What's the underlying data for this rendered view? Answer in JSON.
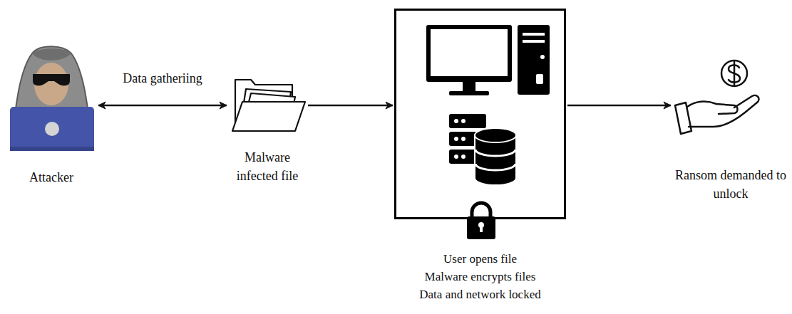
{
  "diagram": {
    "nodes": [
      {
        "text": [
          "Attacker"
        ]
      },
      {
        "text": [
          "Malware infected file"
        ]
      },
      {
        "text": [
          "User opens file",
          "Malware encrypts files",
          "Data and network locked"
        ]
      },
      {
        "text": [
          "Ransom demanded to unlock"
        ]
      }
    ],
    "edges": [
      {
        "from": 0,
        "to": 1,
        "label": "Data gatheriing",
        "arrow": "both"
      },
      {
        "from": 1,
        "to": 2,
        "arrow": "to"
      },
      {
        "from": 2,
        "to": 3,
        "arrow": "to"
      }
    ]
  }
}
